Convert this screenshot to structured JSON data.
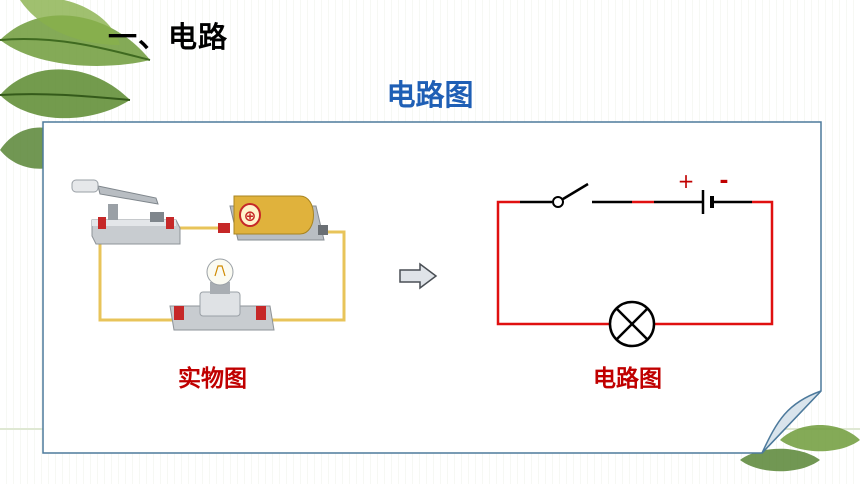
{
  "page": {
    "title": "一、电路",
    "subtitle": "电路图"
  },
  "left_figure": {
    "caption": "实物图",
    "battery_symbol": "⊕"
  },
  "right_figure": {
    "caption": "电路图",
    "plus_sign": "+",
    "minus_sign": "-"
  },
  "colors": {
    "title": "#000000",
    "subtitle": "#1f5fb5",
    "caption": "#c00000",
    "circuit_wire": "#e01010",
    "physical_wire": "#e8c45a",
    "note_border": "#4d7a9c"
  }
}
